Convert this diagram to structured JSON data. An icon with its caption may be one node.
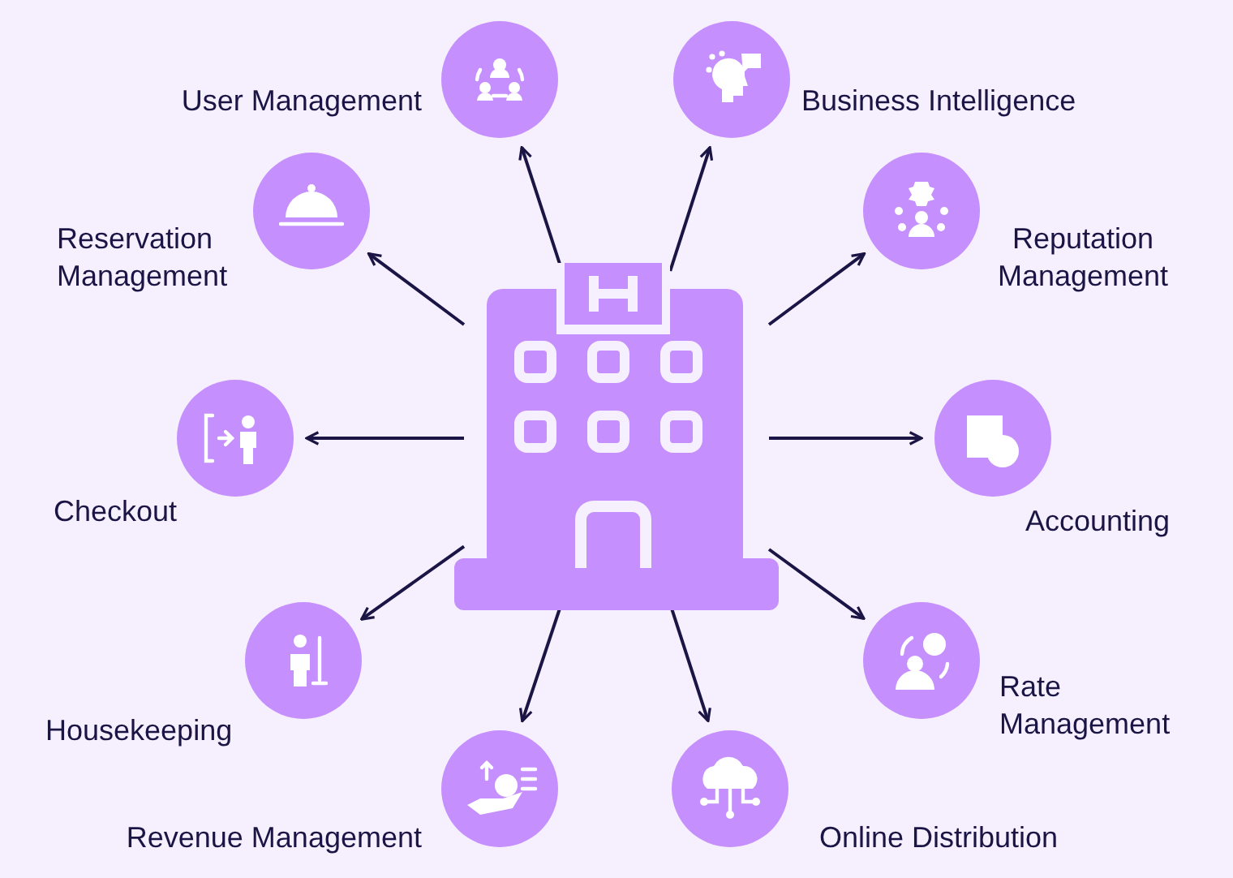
{
  "diagram": {
    "nodes": [
      {
        "text": [],
        "shape": "building"
      },
      {
        "text": [
          "User Management"
        ]
      },
      {
        "text": [
          "Business Intelligence"
        ]
      },
      {
        "text": [
          "Reservation Management"
        ]
      },
      {
        "text": [
          "Reputation Management"
        ]
      },
      {
        "text": [
          "Checkout"
        ]
      },
      {
        "text": [
          "Accounting"
        ]
      },
      {
        "text": [
          "Housekeeping"
        ]
      },
      {
        "text": [
          "Rate Management"
        ]
      },
      {
        "text": [
          "Revenue Management"
        ]
      },
      {
        "text": [
          "Online Distribution"
        ]
      }
    ],
    "edges": [
      {
        "from": 0,
        "to": 1,
        "arrow": "to"
      },
      {
        "from": 0,
        "to": 2,
        "arrow": "to"
      },
      {
        "from": 0,
        "to": 3,
        "arrow": "to"
      },
      {
        "from": 0,
        "to": 4,
        "arrow": "to"
      },
      {
        "from": 0,
        "to": 5,
        "arrow": "to"
      },
      {
        "from": 0,
        "to": 6,
        "arrow": "to"
      },
      {
        "from": 0,
        "to": 7,
        "arrow": "to"
      },
      {
        "from": 0,
        "to": 8,
        "arrow": "to"
      },
      {
        "from": 0,
        "to": 9,
        "arrow": "to"
      },
      {
        "from": 0,
        "to": 10,
        "arrow": "to"
      }
    ]
  }
}
